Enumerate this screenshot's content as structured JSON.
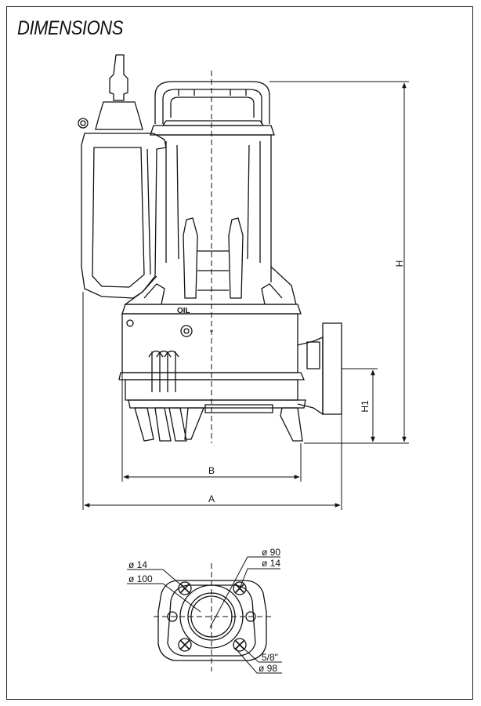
{
  "title": "DIMENSIONS",
  "side_view": {
    "label_oil": "OIL",
    "dim_a": "A",
    "dim_b": "B",
    "dim_h": "H",
    "dim_h1": "H1"
  },
  "flange_view": {
    "d14_left": "ø 14",
    "d100": "ø 100",
    "d90": "ø 90",
    "d14_right": "ø 14",
    "thread": "5/8\"",
    "d98": "ø 98"
  },
  "colors": {
    "line": "#111111",
    "background": "#ffffff"
  }
}
